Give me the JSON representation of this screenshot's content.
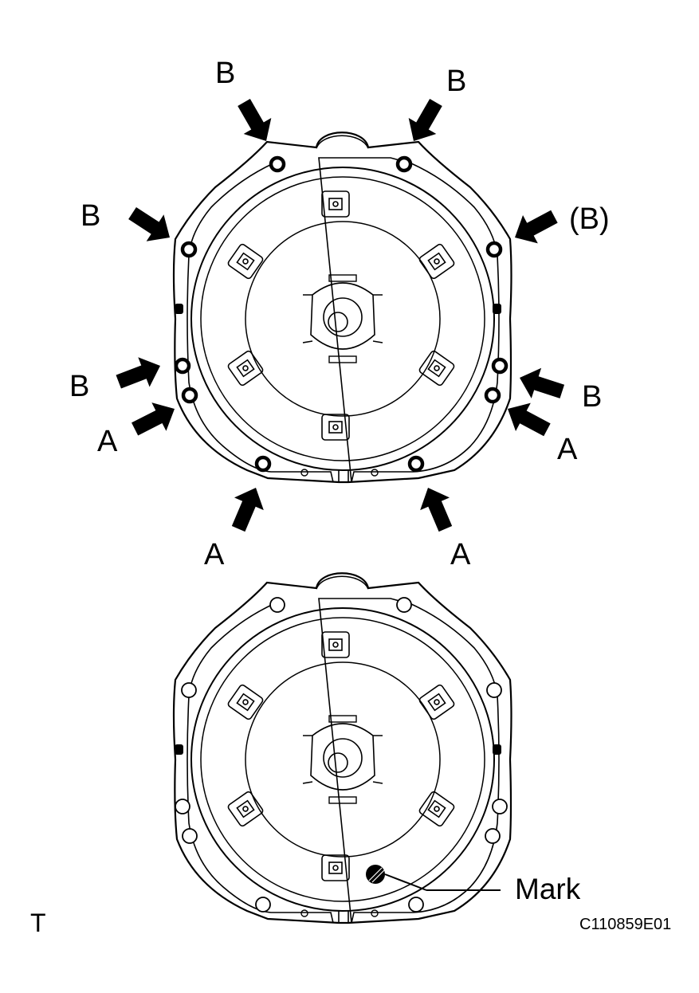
{
  "diagram": {
    "callouts": {
      "b_top_left": "B",
      "b_top_right": "B",
      "b_upper_left": "B",
      "b_upper_right": "(B)",
      "b_mid_left": "B",
      "b_mid_right": "B",
      "a_mid_left": "A",
      "a_mid_right": "A",
      "a_bottom_left": "A",
      "a_bottom_right": "A"
    },
    "mark_label": "Mark",
    "corner_code": "T",
    "figure_id": "C110859E01"
  },
  "colors": {
    "ink": "#000000",
    "paper": "#ffffff"
  },
  "icons": [
    "pointer-arrow-icon"
  ]
}
